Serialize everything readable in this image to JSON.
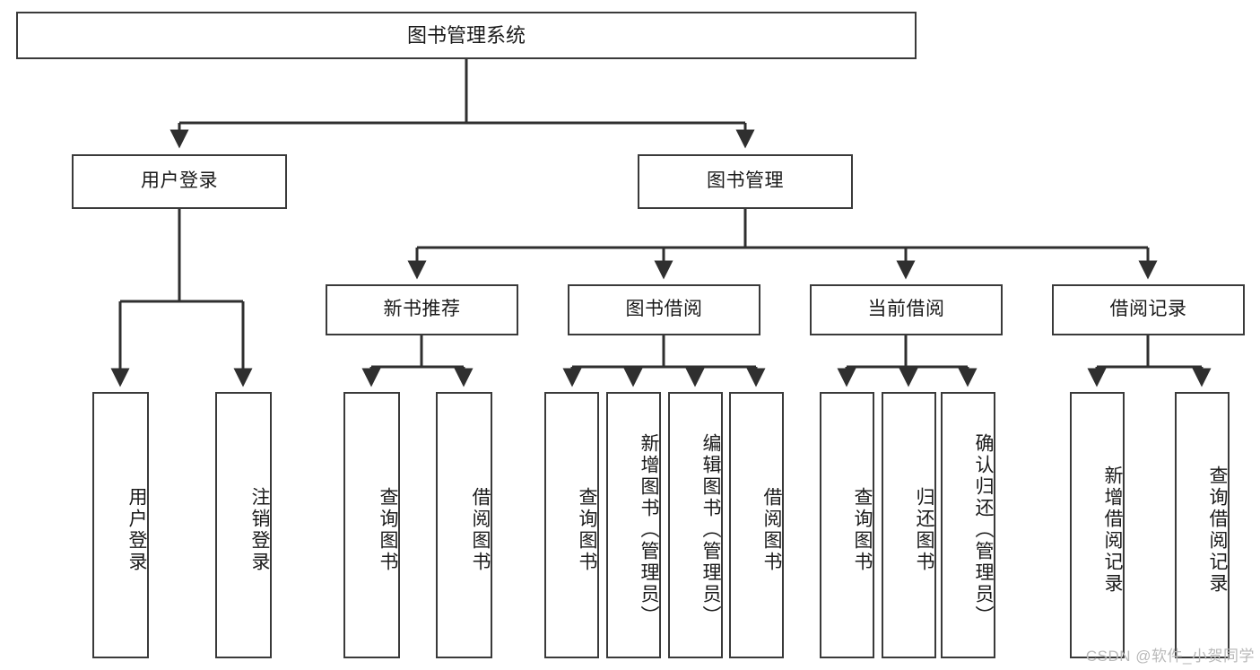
{
  "diagram": {
    "title": "图书管理系统",
    "type": "hierarchy-tree",
    "watermark": "CSDN @软件_小贺同学",
    "levels": {
      "root": [
        "图书管理系统"
      ],
      "level2": [
        "用户登录",
        "图书管理"
      ],
      "level3": [
        "新书推荐",
        "图书借阅",
        "当前借阅",
        "借阅记录"
      ],
      "level4": [
        "用户登录",
        "注销登录",
        "查询图书",
        "借阅图书",
        "查询图书",
        "新增图书（管理员）",
        "编辑图书（管理员）",
        "借阅图书",
        "查询图书",
        "归还图书",
        "确认归还（管理员）",
        "新增借阅记录",
        "查询借阅记录"
      ]
    },
    "nodes": {
      "root": {
        "label": "图书管理系统"
      },
      "user_login": {
        "label": "用户登录"
      },
      "book_manage": {
        "label": "图书管理"
      },
      "new_book_rec": {
        "label": "新书推荐"
      },
      "book_borrow": {
        "label": "图书借阅"
      },
      "current_borrow": {
        "label": "当前借阅"
      },
      "borrow_record": {
        "label": "借阅记录"
      },
      "leaf_user_login": {
        "label": "用户登录"
      },
      "leaf_user_logout": {
        "label": "注销登录"
      },
      "leaf_query_book_1": {
        "label": "查询图书"
      },
      "leaf_borrow_book_1": {
        "label": "借阅图书"
      },
      "leaf_query_book_2": {
        "label": "查询图书"
      },
      "leaf_add_book": {
        "label": "新增图书（管理员）"
      },
      "leaf_edit_book": {
        "label": "编辑图书（管理员）"
      },
      "leaf_borrow_book_2": {
        "label": "借阅图书"
      },
      "leaf_query_book_3": {
        "label": "查询图书"
      },
      "leaf_return_book": {
        "label": "归还图书"
      },
      "leaf_confirm_return": {
        "label": "确认归还（管理员）"
      },
      "leaf_add_record": {
        "label": "新增借阅记录"
      },
      "leaf_query_record": {
        "label": "查询借阅记录"
      }
    },
    "colors": {
      "stroke": "#3a3a3a",
      "fill": "#ffffff",
      "text": "#1a1a1a",
      "watermark": "#b9b9b9"
    }
  }
}
